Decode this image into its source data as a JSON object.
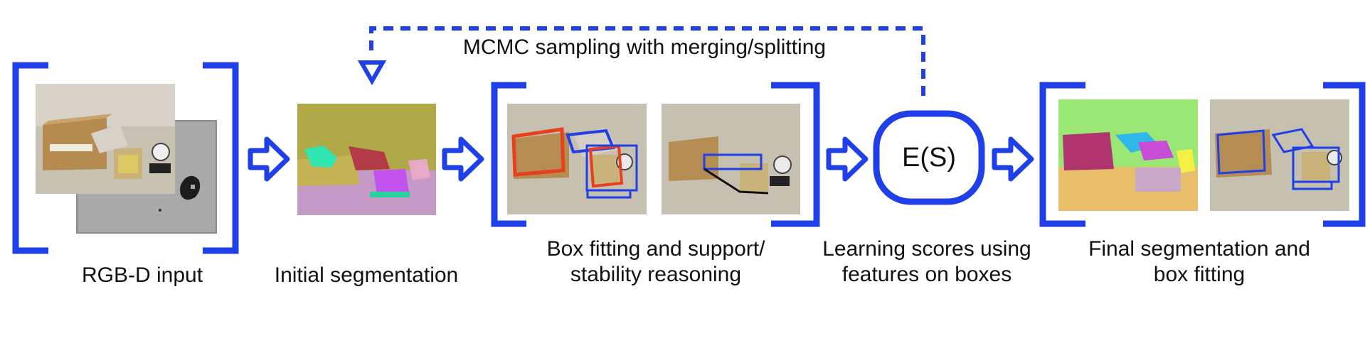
{
  "loop_label": "MCMC sampling with merging/splitting",
  "energy_label": "E(S)",
  "stages": [
    {
      "id": "rgbd",
      "caption": "RGB-D input"
    },
    {
      "id": "init",
      "caption": "Initial segmentation"
    },
    {
      "id": "box",
      "caption_line1": "Box fitting and support/",
      "caption_line2": "stability reasoning"
    },
    {
      "id": "learn",
      "caption_line1": "Learning scores using",
      "caption_line2": "features on boxes"
    },
    {
      "id": "final",
      "caption_line1": "Final segmentation and",
      "caption_line2": "box fitting"
    }
  ],
  "colors": {
    "accent": "#1f3fe8",
    "photo_bg": "#c9c4b8",
    "box_cardboard": "#b8925a",
    "seg_olive": "#b0a84a",
    "seg_lavender": "#c898c9",
    "seg_green": "#9be876",
    "seg_tan": "#e8c06a"
  }
}
